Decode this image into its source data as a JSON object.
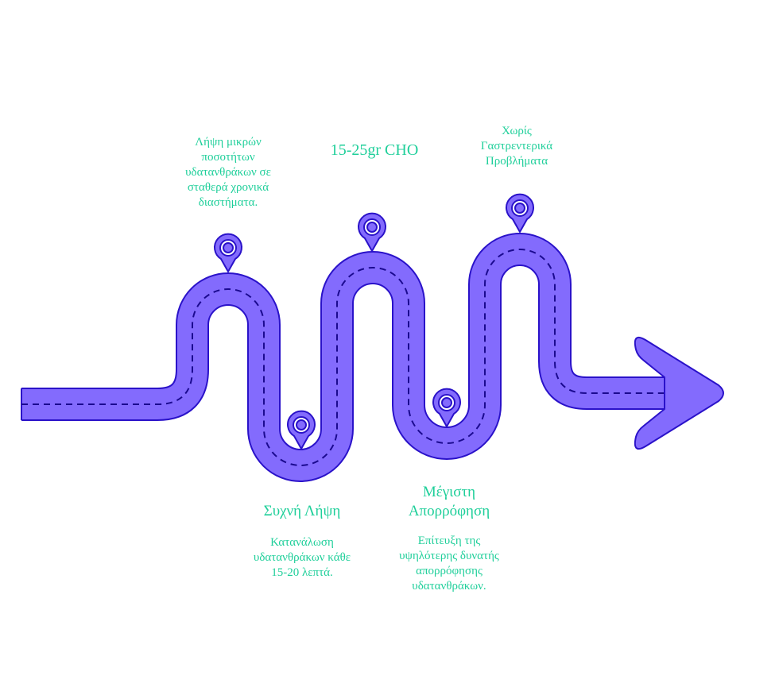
{
  "colors": {
    "road_fill": "#836bfd",
    "road_stroke": "#2a12c9",
    "lane_dash": "#1b0a8f",
    "text": "#1fcf9a",
    "pin_inner": "#ffffff"
  },
  "milestones": {
    "top": [
      {
        "id": "peak-1",
        "text": "Λήψη μικρών ποσοτήτων υδατανθράκων σε σταθερά χρονικά διαστήματα.",
        "lines": [
          "Λήψη μικρών",
          "ποσοτήτων",
          "υδατανθράκων σε",
          "σταθερά χρονικά",
          "διαστήματα."
        ]
      },
      {
        "id": "peak-2",
        "text": "15-25gr CHO",
        "lines": [
          "15-25gr CHO"
        ]
      },
      {
        "id": "peak-3",
        "text": "Χωρίς Γαστρεντερικά Προβλήματα",
        "lines": [
          "Χωρίς",
          "Γαστρεντερικά",
          "Προβλήματα"
        ]
      }
    ],
    "bottom": [
      {
        "id": "valley-1",
        "title": "Συχνή Λήψη",
        "description_lines": [
          "Κατανάλωση",
          "υδατανθράκων κάθε",
          "15-20 λεπτά."
        ]
      },
      {
        "id": "valley-2",
        "title_lines": [
          "Μέγιστη",
          "Απορρόφηση"
        ],
        "description_lines": [
          "Επίτευξη της",
          "υψηλότερης δυνατής",
          "απορρόφησης",
          "υδατανθράκων."
        ]
      }
    ]
  },
  "icons": {
    "pin": "location-pin-icon",
    "arrow": "arrow-right-icon"
  }
}
